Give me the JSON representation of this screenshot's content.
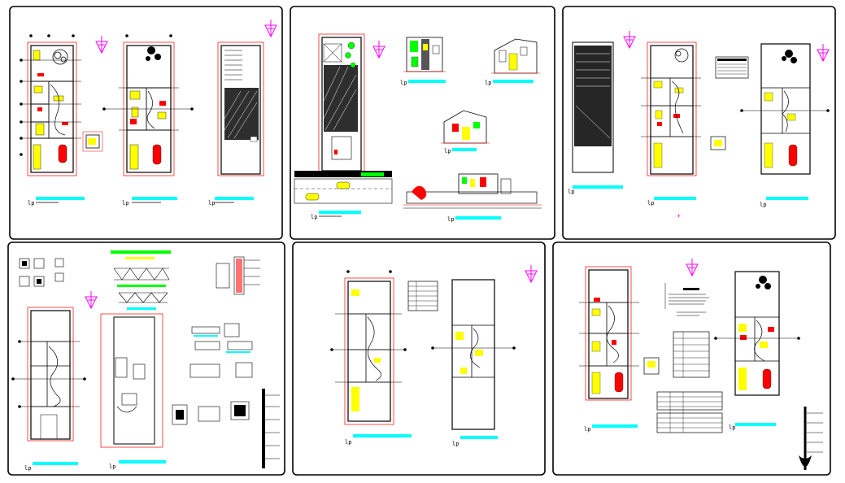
{
  "colors": {
    "background": "#ffffff",
    "panel_border": "#000000",
    "dimension_line": "#ff0000",
    "title_bar": "#00ffff",
    "north_arrow": "#ff00ff",
    "furniture": "#ffff00",
    "fixtures": "#ff0000",
    "vegetation": "#00ff00",
    "walls": "#000000"
  },
  "sheet": {
    "panel_count": 6,
    "rows": 2,
    "columns": 3
  },
  "icons": [
    "north-arrow-icon",
    "gridline-bubble-icon",
    "tree-symbol-icon",
    "car-symbol-icon"
  ]
}
